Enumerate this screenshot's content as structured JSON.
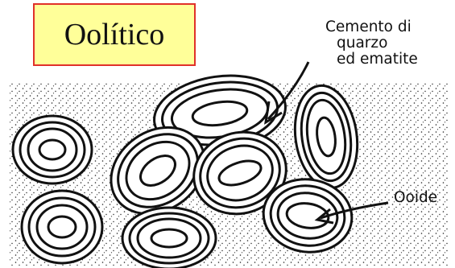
{
  "title": "Oolítico",
  "labels": {
    "cement_line1": "Cemento di",
    "cement_line2": "quarzo",
    "cement_line3": "ed ematite",
    "ooid": "Ooide"
  },
  "colors": {
    "title_fill": "#ffff99",
    "title_border": "#e0312a",
    "ink": "#111111"
  }
}
